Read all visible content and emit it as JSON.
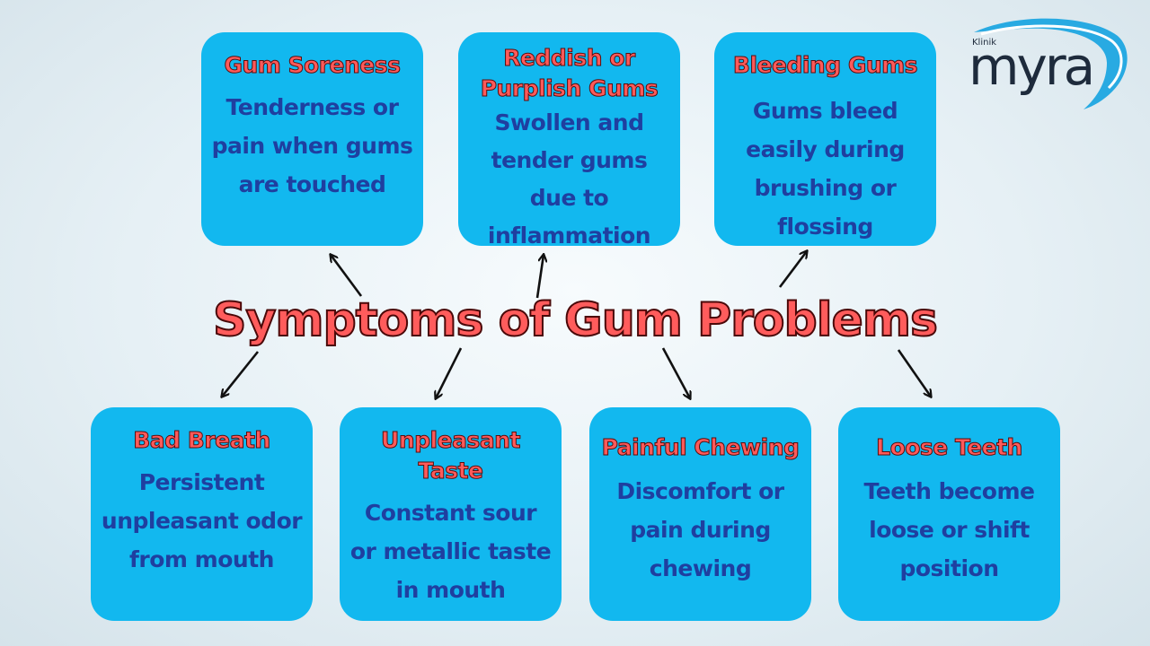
{
  "title": "Symptoms of Gum Problems",
  "brand": {
    "small": "Klinik",
    "name": "myra",
    "accent_color": "#1ea6e0",
    "text_color": "#1e2b3c"
  },
  "colors": {
    "card": "#12b8ef",
    "card_title": "#ff5a5a",
    "card_text": "#1f3fa0",
    "title": "#ff5c5c"
  },
  "cards": [
    {
      "title": "Gum Soreness",
      "desc": "Tenderness or pain when gums are touched"
    },
    {
      "title": "Reddish or Purplish Gums",
      "desc": "Swollen and tender gums due to inflammation"
    },
    {
      "title": "Bleeding Gums",
      "desc": "Gums bleed easily during brushing or flossing"
    },
    {
      "title": "Bad Breath",
      "desc": "Persistent unpleasant odor from mouth"
    },
    {
      "title": "Unpleasant Taste",
      "desc": "Constant sour or metallic taste in mouth"
    },
    {
      "title": "Painful Chewing",
      "desc": "Discomfort or pain during chewing"
    },
    {
      "title": "Loose Teeth",
      "desc": "Teeth become loose or shift position"
    }
  ]
}
